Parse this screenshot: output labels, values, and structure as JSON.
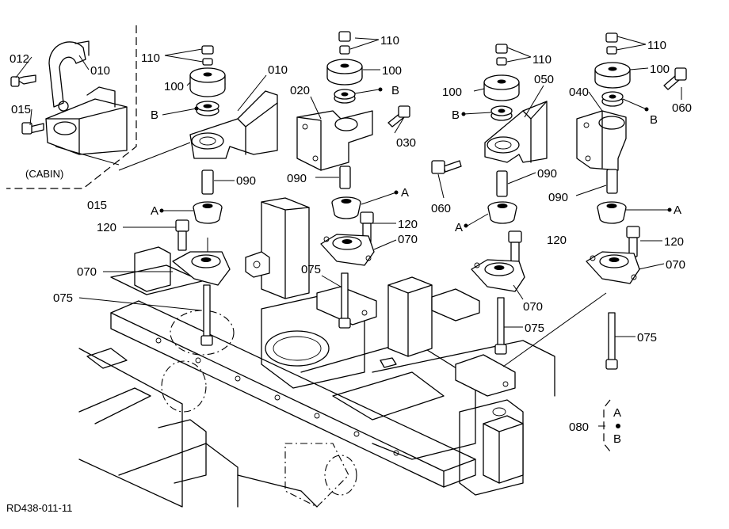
{
  "drawing_id": "RD438-011-11",
  "inset": {
    "caption": "(CABIN)"
  },
  "callouts": {
    "p012": "012",
    "p010": "010",
    "p015": "015",
    "p020": "020",
    "p030": "030",
    "p040": "040",
    "p050": "050",
    "p060": "060",
    "p070": "070",
    "p075": "075",
    "p080": "080",
    "p090": "090",
    "p100": "100",
    "p110": "110",
    "p120": "120"
  },
  "refs": {
    "a": "A",
    "b": "B"
  }
}
